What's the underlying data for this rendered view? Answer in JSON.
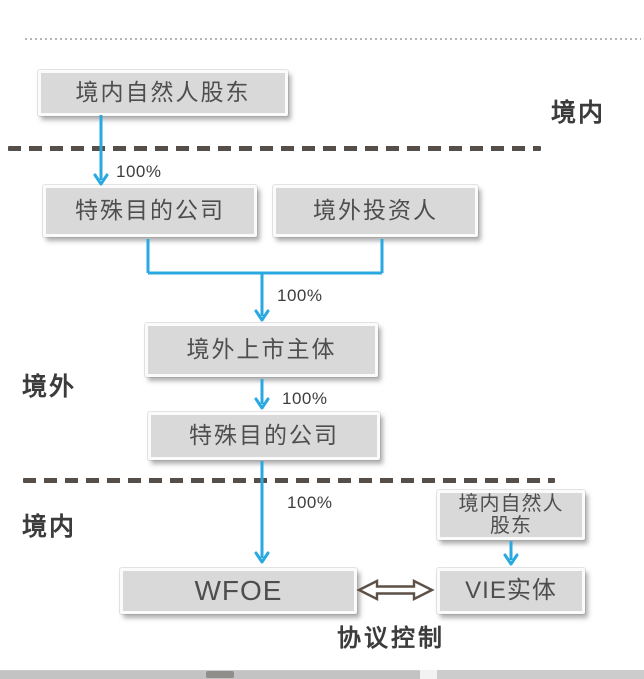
{
  "zones": {
    "top_right_label": "境内",
    "middle_left_label": "境外",
    "bottom_left_label": "境内"
  },
  "nodes": {
    "domestic_shareholders_top": "境内自然人股东",
    "spv_offshore_top": "特殊目的公司",
    "offshore_investors": "境外投资人",
    "offshore_listing_entity": "境外上市主体",
    "spv_offshore_mid": "特殊目的公司",
    "domestic_shareholders_right_line1": "境内自然人",
    "domestic_shareholders_right_line2": "股东",
    "wfoe": "WFOE",
    "vie_entity": "VIE实体"
  },
  "edges": {
    "pct_labels": [
      "100%",
      "100%",
      "100%",
      "100%"
    ],
    "control_label": "协议控制"
  },
  "colors": {
    "arrow_blue": "#2aa9e0",
    "box_fill": "#d9d9d9",
    "box_border": "#fbfbfb",
    "dash_dark": "#564e49",
    "dot_light": "#b5b5b5",
    "text_dark": "#4e4e4e",
    "label_bold": "#3c3c3c",
    "double_arrow_outline": "#5c5047"
  }
}
